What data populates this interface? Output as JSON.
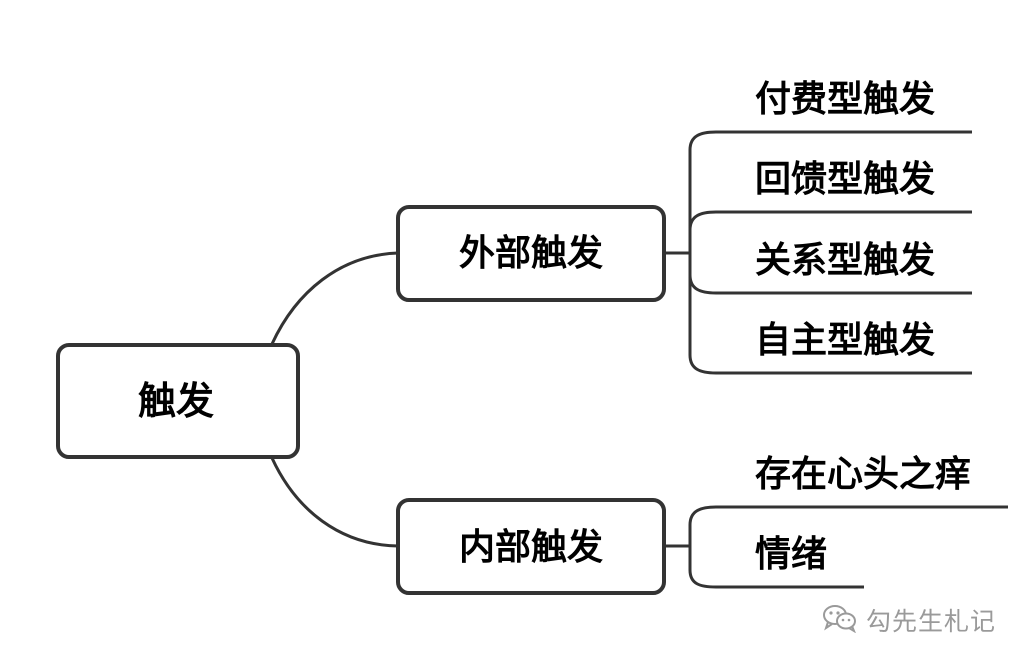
{
  "mindmap": {
    "root": {
      "label": "触发"
    },
    "external": {
      "label": "外部触发",
      "children": [
        "付费型触发",
        "回馈型触发",
        "关系型触发",
        "自主型触发"
      ]
    },
    "internal": {
      "label": "内部触发",
      "children": [
        "存在心头之痒",
        "情绪"
      ]
    }
  },
  "watermark": {
    "icon": "wechat-icon",
    "text": "勾先生札记"
  }
}
